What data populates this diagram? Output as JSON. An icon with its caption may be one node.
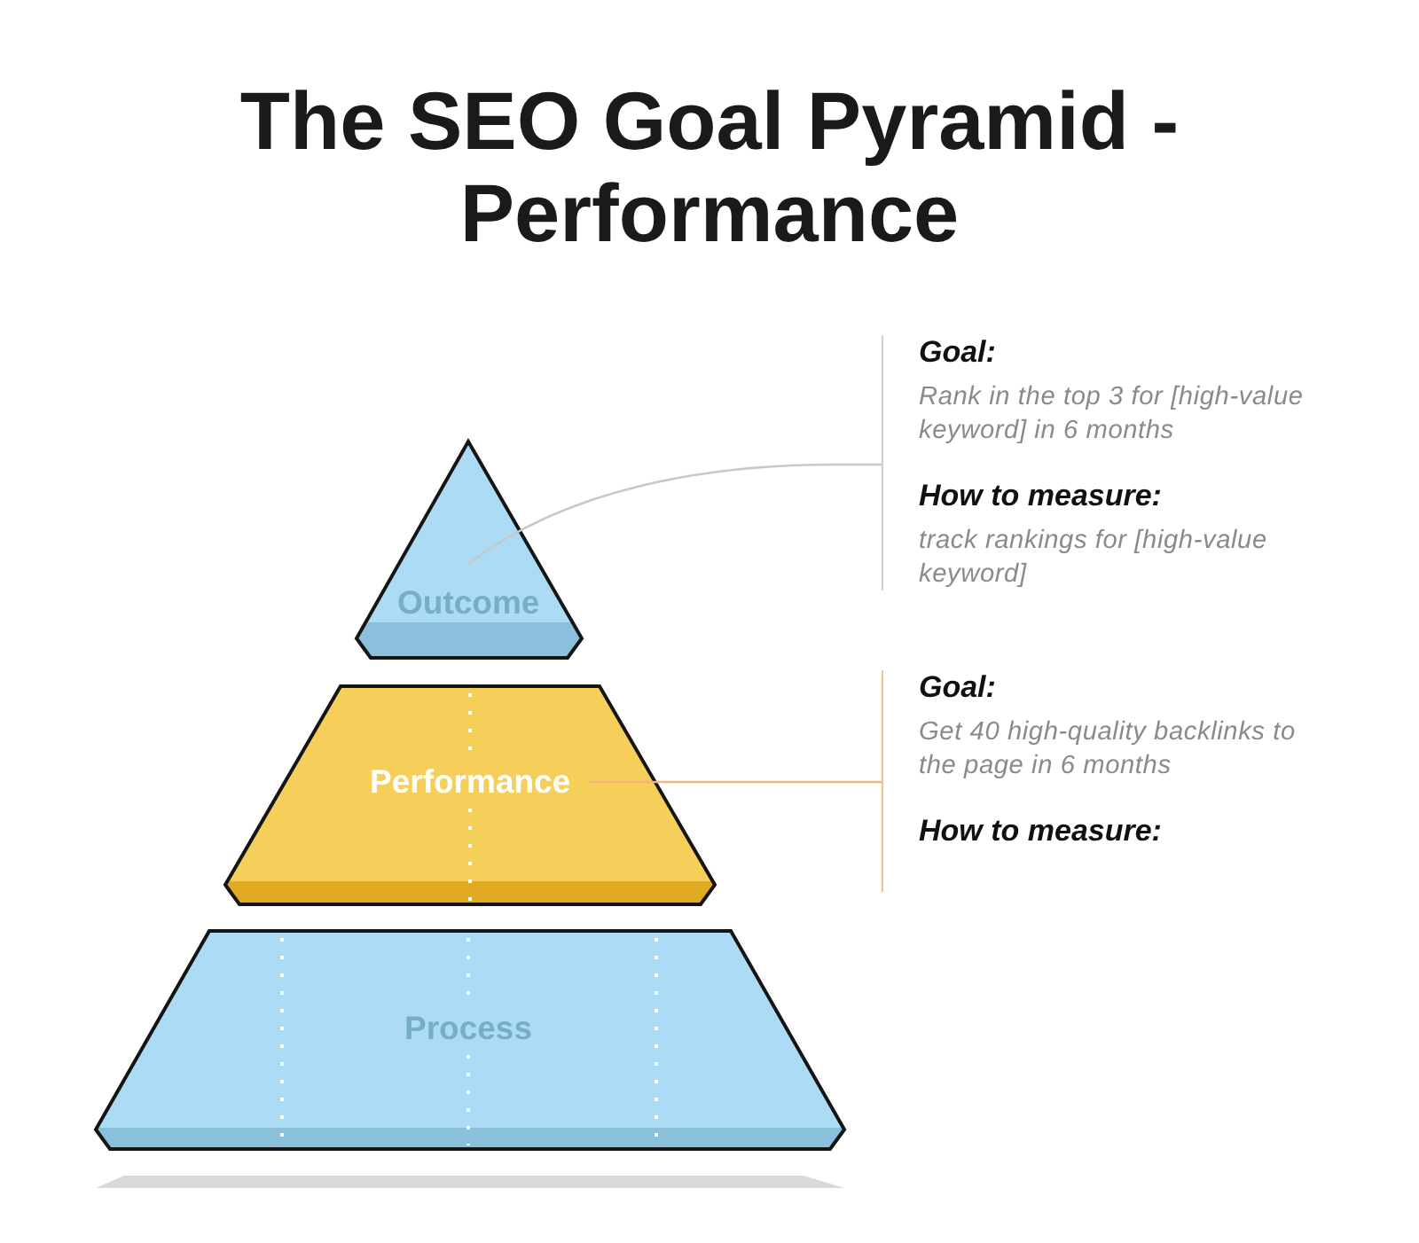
{
  "diagram": {
    "title": "The SEO Goal Pyramid - Performance",
    "nodes": [
      {
        "text": [
          "Outcome"
        ]
      },
      {
        "text": [
          "Goal:",
          "Rank in the top 3 for [high-value keyword] in 6 months",
          "How to measure:",
          "track rankings for [high-value keyword]"
        ]
      },
      {
        "text": [
          "Performance"
        ]
      },
      {
        "text": [
          "Goal:",
          "Get 40 high-quality backlinks to the page in 6 months",
          "How to measure:"
        ]
      },
      {
        "text": [
          "Process"
        ]
      }
    ],
    "edges": [
      {
        "from": 1,
        "to": 0,
        "arrow": "none",
        "color": "#c8c8c8"
      },
      {
        "from": 3,
        "to": 2,
        "arrow": "none",
        "color": "#f5b47a"
      }
    ]
  }
}
